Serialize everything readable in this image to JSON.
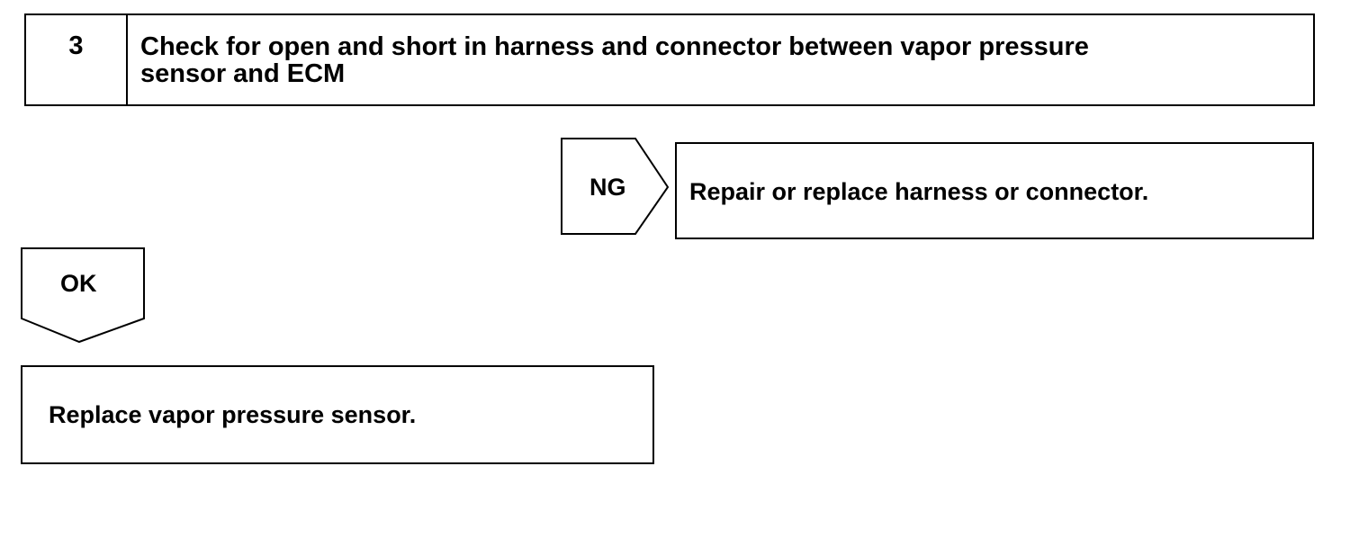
{
  "step": {
    "number": "3",
    "title_line1": "Check for open and short in harness and connector between vapor pressure",
    "title_line2": "sensor and ECM"
  },
  "ng_branch": {
    "label": "NG",
    "action": "Repair or replace harness or connector."
  },
  "ok_branch": {
    "label": "OK",
    "action": "Replace vapor pressure sensor."
  }
}
